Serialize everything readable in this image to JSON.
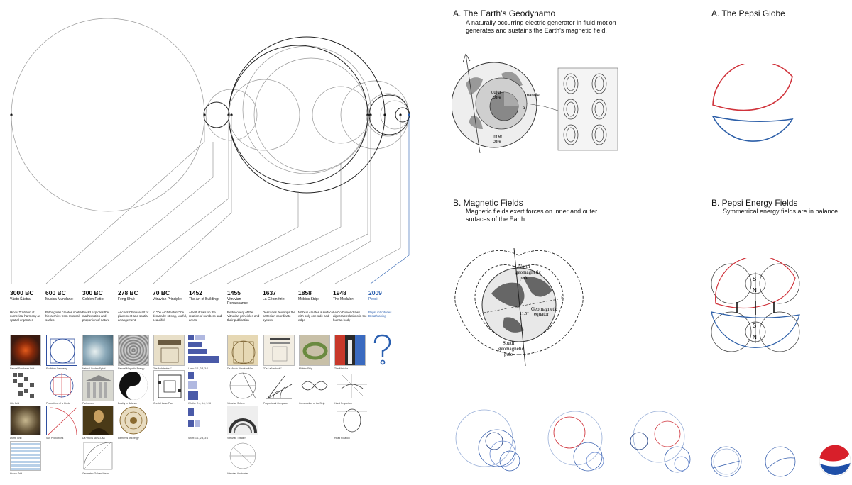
{
  "timeline": [
    {
      "year": "3000 BC",
      "name": "Vāstu Śāstra:",
      "desc": "Hindu Tradition of numerical harmony as spatial organizer"
    },
    {
      "year": "600 BC",
      "name": "Musica Mundana:",
      "desc": "Pythagoras creates spatial hierarchies from musical scales"
    },
    {
      "year": "300 BC",
      "name": "Golden Ratio:",
      "desc": "Euclid explores the mathematics and proportion of nature"
    },
    {
      "year": "278 BC",
      "name": "Feng Shui:",
      "desc": "Ancient Chinese art of placement and spatial arrangement"
    },
    {
      "year": "70 BC",
      "name": "Vitruvian Principle:",
      "desc": "In \"De Architectura\" he demands: strong, useful, beautiful."
    },
    {
      "year": "1452",
      "name": "The Art of Building:",
      "desc": "Albert draws on the relation of numbers and areas"
    },
    {
      "year": "1455",
      "name": "Vitruvian Renaissance:",
      "desc": "Rediscovery of the Vitruvian principles and their publication"
    },
    {
      "year": "1637",
      "name": "La Géométrie:",
      "desc": "Descartes develops the cartesian coordinate system"
    },
    {
      "year": "1858",
      "name": "Möbius Strip:",
      "desc": "Möbius creates a surface with only one side and edge"
    },
    {
      "year": "1948",
      "name": "The Modulor:",
      "desc": "Le Corbusier draws algebraic relations in the human body"
    },
    {
      "year": "2009",
      "name": "Pepsi:",
      "desc": "Pepsi introduces Breathtaking"
    }
  ],
  "captions": {
    "c1": "Natural Sunflower Grid",
    "c2": "Euclidian Geometry",
    "c3": "Natural Golden Spiral",
    "c4": "Natural Magnetic Energy",
    "c5": "\"De Architectura\"",
    "c6": "Lines: 1:1, 2:3, 3:4",
    "c7": "Da Vinci's Vitruvian Man",
    "c8": "\"De La Methode\"",
    "c9": "Möbius Strip",
    "c10": "The Modulor",
    "c11": "City Grid",
    "c12": "Proportions of a Circle",
    "c13": "Parthenon",
    "c14": "Duality in Balance",
    "c15": "Greek House Plan",
    "c16": "Widths: 2:4, 4:6, 9:16",
    "c17": "Vitruvian Sphere",
    "c18": "Proportional Compass",
    "c19": "Construction of the Strip",
    "c20": "Hand Proportion",
    "c21": "Dome Grid",
    "c22": "Sun Proportions",
    "c23": "Da Vinci's Mona Lisa",
    "c24": "Elements of Energy",
    "c25": "Short: 1:1, 2:3, 3:4",
    "c26": "Vitruvian Theater",
    "c27": "Head Rotation",
    "c28": "House Grid",
    "c29": "Geometric Golden Mean",
    "c30": "Vitruvian Anatomies"
  },
  "panels": {
    "a_geo": {
      "title": "A. The Earth's Geodynamo",
      "sub": "A naturally occurring electric generator in fluid motion generates and sustains the Earth's magnetic field."
    },
    "a_pepsi": {
      "title": "A. The Pepsi Globe"
    },
    "b_mag": {
      "title": "B. Magnetic Fields",
      "sub": "Magnetic fields exert forces on inner and outer surfaces of the Earth."
    },
    "b_pepsi": {
      "title": "B. Pepsi Energy Fields",
      "sub": "Symmetrical energy fields are in balance."
    }
  },
  "geo_labels": {
    "outer": "outer",
    "core": "core",
    "mandle": "mandle",
    "inner": "inner",
    "core2": "core",
    "a": "a"
  },
  "mag_labels": {
    "north": "North",
    "geomagnetic": "geomagnetic",
    "pole": "pole",
    "south": "South",
    "geomagnetic2": "geomagnetic",
    "pole2": "pole",
    "equator1": "Geomagnetic",
    "equator2": "equator",
    "deg": "11.5°",
    "e": "E"
  },
  "energy_labels": {
    "s1": "S",
    "n1": "N",
    "s2": "S",
    "n2": "N"
  },
  "colors": {
    "red": "#d0333b",
    "blue": "#2d5fa8",
    "accent": "#2a5fb0"
  }
}
